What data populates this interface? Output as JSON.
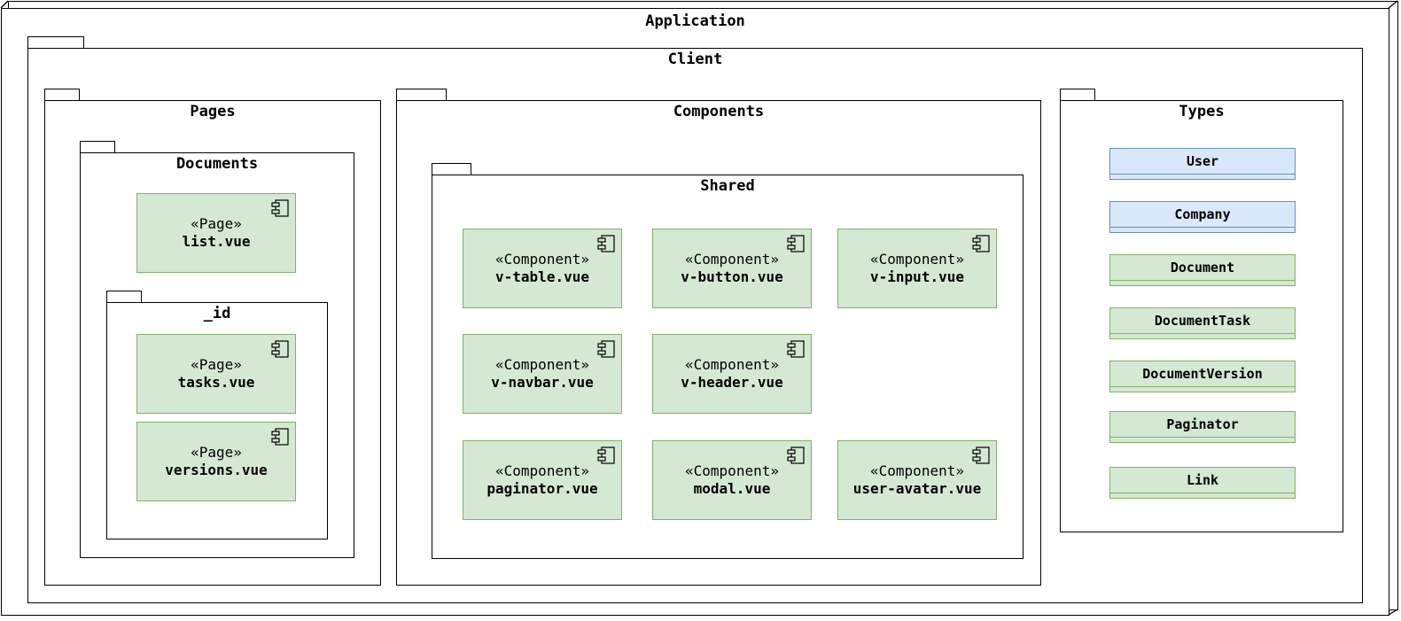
{
  "application": {
    "title": "Application"
  },
  "client": {
    "title": "Client"
  },
  "pages": {
    "title": "Pages",
    "documents": {
      "title": "Documents",
      "list": {
        "stereotype": "«Page»",
        "name": "list.vue"
      },
      "id_folder": {
        "title": "_id",
        "tasks": {
          "stereotype": "«Page»",
          "name": "tasks.vue"
        },
        "versions": {
          "stereotype": "«Page»",
          "name": "versions.vue"
        }
      }
    }
  },
  "components": {
    "title": "Components",
    "shared": {
      "title": "Shared",
      "items": [
        {
          "stereotype": "«Component»",
          "name": "v-table.vue"
        },
        {
          "stereotype": "«Component»",
          "name": "v-button.vue"
        },
        {
          "stereotype": "«Component»",
          "name": "v-input.vue"
        },
        {
          "stereotype": "«Component»",
          "name": "v-navbar.vue"
        },
        {
          "stereotype": "«Component»",
          "name": "v-header.vue"
        },
        {
          "stereotype": "«Component»",
          "name": "paginator.vue"
        },
        {
          "stereotype": "«Component»",
          "name": "modal.vue"
        },
        {
          "stereotype": "«Component»",
          "name": "user-avatar.vue"
        }
      ]
    }
  },
  "types": {
    "title": "Types",
    "items": [
      {
        "name": "User",
        "fill": "#dae8fc",
        "stroke": "#6c8ebf"
      },
      {
        "name": "Company",
        "fill": "#dae8fc",
        "stroke": "#6c8ebf"
      },
      {
        "name": "Document",
        "fill": "#d5e8d4",
        "stroke": "#82b366"
      },
      {
        "name": "DocumentTask",
        "fill": "#d5e8d4",
        "stroke": "#82b366"
      },
      {
        "name": "DocumentVersion",
        "fill": "#d5e8d4",
        "stroke": "#82b366"
      },
      {
        "name": "Paginator",
        "fill": "#d5e8d4",
        "stroke": "#82b366"
      },
      {
        "name": "Link",
        "fill": "#d5e8d4",
        "stroke": "#82b366"
      }
    ]
  },
  "icons": {
    "component": "uml-component-icon"
  }
}
